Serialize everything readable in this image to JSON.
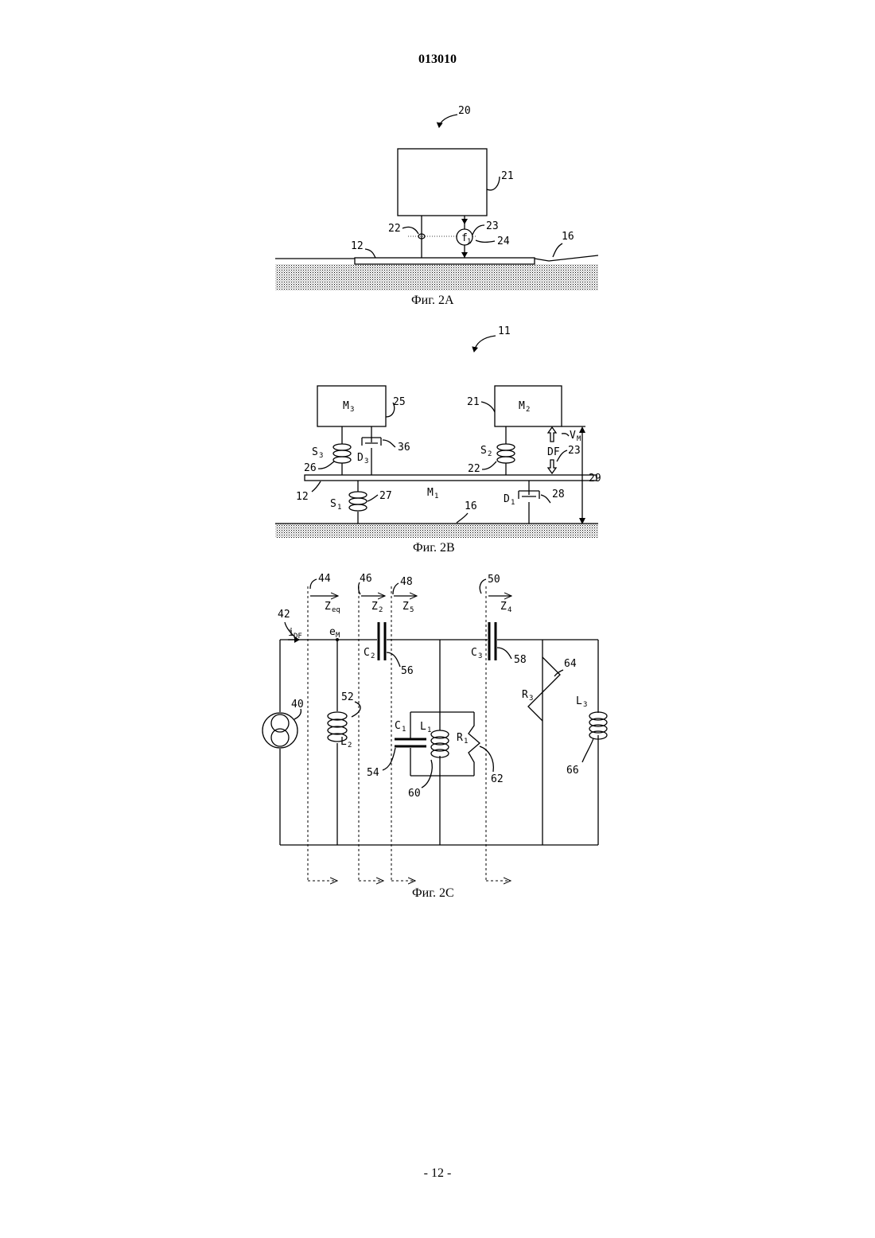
{
  "header": {
    "doc_number": "013010"
  },
  "footer": {
    "page_label": "- 12 -"
  },
  "figures": {
    "fig2a": {
      "caption": "Фиг. 2А",
      "refs": {
        "r20": "20",
        "r21": "21",
        "r22": "22",
        "r23": "23",
        "r24": "24",
        "r12": "12",
        "r16": "16"
      },
      "sym_f": "f",
      "sym_f_sub": "1"
    },
    "fig2b": {
      "caption": "Фиг. 2В",
      "refs": {
        "r11": "11",
        "r25": "25",
        "r21": "21",
        "r36": "36",
        "r26": "26",
        "r22": "22",
        "r23": "23",
        "r29": "29",
        "r12": "12",
        "r27": "27",
        "r16": "16",
        "r28": "28"
      },
      "labels": {
        "m3": "M",
        "m3_sub": "3",
        "m2": "M",
        "m2_sub": "2",
        "m1": "M",
        "m1_sub": "1",
        "s3": "S",
        "s3_sub": "3",
        "d3": "D",
        "d3_sub": "3",
        "s2": "S",
        "s2_sub": "2",
        "s1": "S",
        "s1_sub": "1",
        "d1": "D",
        "d1_sub": "1",
        "vm": "V",
        "vm_sub": "M",
        "df": "DF"
      }
    },
    "fig2c": {
      "caption": "Фиг. 2С",
      "refs": {
        "r44": "44",
        "r46": "46",
        "r48": "48",
        "r50": "50",
        "r42": "42",
        "r40": "40",
        "r52": "52",
        "r56": "56",
        "r58": "58",
        "r64": "64",
        "r54": "54",
        "r60": "60",
        "r62": "62",
        "r66": "66"
      },
      "labels": {
        "zeq": "Z",
        "zeq_sub": "eq",
        "z2": "Z",
        "z2_sub": "2",
        "z5": "Z",
        "z5_sub": "5",
        "z4": "Z",
        "z4_sub": "4",
        "idf": "i",
        "idf_sub": "DF",
        "em": "e",
        "em_sub": "M",
        "c2": "C",
        "c2_sub": "2",
        "c3": "C",
        "c3_sub": "3",
        "c1": "C",
        "c1_sub": "1",
        "l1": "L",
        "l1_sub": "1",
        "l2": "L",
        "l2_sub": "2",
        "l3": "L",
        "l3_sub": "3",
        "r1": "R",
        "r1_sub": "1",
        "r3": "R",
        "r3_sub": "3"
      }
    }
  }
}
